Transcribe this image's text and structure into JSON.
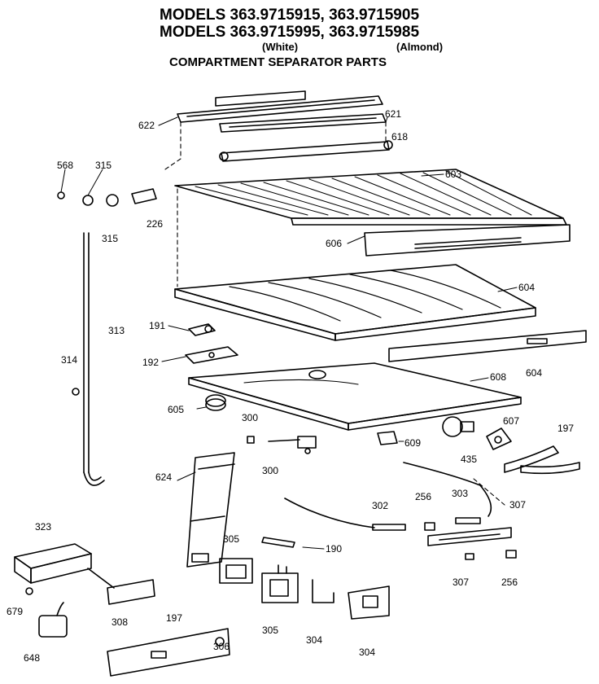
{
  "header": {
    "line1": "MODELS 363.9715915, 363.9715905",
    "line2": "MODELS 363.9715995, 363.9715985",
    "color1": "(White)",
    "color2": "(Almond)",
    "subtitle": "COMPARTMENT SEPARATOR PARTS"
  },
  "callouts": {
    "c622": "622",
    "c621": "621",
    "c618": "618",
    "c568": "568",
    "c315a": "315",
    "c315b": "315",
    "c226": "226",
    "c603": "603",
    "c606": "606",
    "c604a": "604",
    "c191": "191",
    "c313": "313",
    "c192": "192",
    "c604b": "604",
    "c314": "314",
    "c608": "608",
    "c605": "605",
    "c300a": "300",
    "c300b": "300",
    "c609": "609",
    "c607": "607",
    "c197a": "197",
    "c435": "435",
    "c624": "624",
    "c302": "302",
    "c256a": "256",
    "c303": "303",
    "c307a": "307",
    "c323": "323",
    "c305a": "305",
    "c190": "190",
    "c679": "679",
    "c308": "308",
    "c307b": "307",
    "c256b": "256",
    "c305b": "305",
    "c304a": "304",
    "c304b": "304",
    "c197b": "197",
    "c306": "306",
    "c648": "648"
  }
}
